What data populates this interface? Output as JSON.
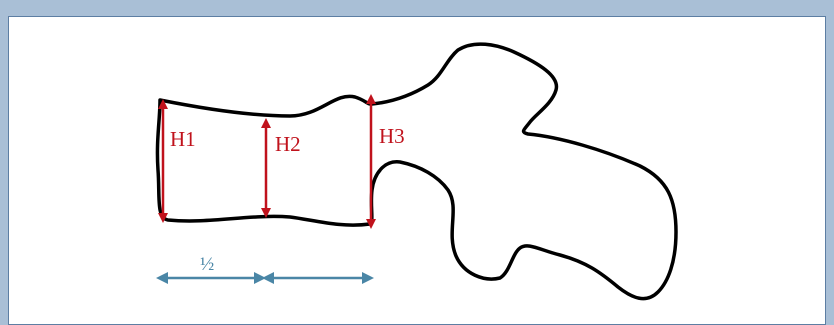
{
  "diagram": {
    "colors": {
      "background": "#a9bfd6",
      "panel": "#ffffff",
      "outline": "#000000",
      "height_arrows": "#c0121c",
      "spacing_arrows": "#4a86a6"
    },
    "height_labels": [
      "H1",
      "H2",
      "H3"
    ],
    "spacing_label": "½"
  }
}
